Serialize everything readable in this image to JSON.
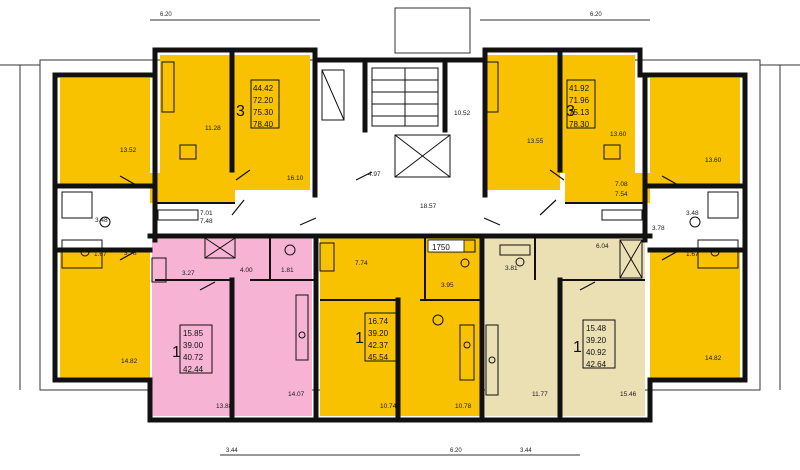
{
  "colors": {
    "yellow": "#F9C200",
    "pink": "#F7B3D3",
    "beige": "#EBDFB4",
    "white": "#FFFFFF",
    "wall": "#111111"
  },
  "dimensions": {
    "top_left": "6.20",
    "top_right": "6.20",
    "bottom_left": "3.44",
    "bottom_center": "6.20",
    "bottom_right": "3.44",
    "window_1750": "1750"
  },
  "apartments": {
    "top_left": {
      "rooms": "3",
      "areas": [
        "44.42",
        "72.20",
        "75.30",
        "78.40"
      ],
      "room_areas": {
        "kitchen": "16.10",
        "bedroom_left": "13.52",
        "bedroom_top": "11.28",
        "bedroom_bottom": "14.82",
        "bath": "3.48",
        "wc": "1.67",
        "hall_a": "7.01",
        "hall_b": "7.48",
        "corridor": "3.78"
      }
    },
    "top_right": {
      "rooms": "3",
      "areas": [
        "41.92",
        "71.96",
        "75.13",
        "78.30"
      ],
      "room_areas": {
        "bedroom_left": "13.55",
        "bedroom_top": "13.60",
        "bedroom_right": "13.60",
        "bedroom_bottom": "14.82",
        "bath": "3.48",
        "wc": "1.67",
        "hall_a": "7.08",
        "hall_b": "7.54",
        "corridor": "3.78"
      }
    },
    "pink": {
      "rooms": "1",
      "areas": [
        "15.85",
        "39.00",
        "40.72",
        "42.44"
      ],
      "room_areas": {
        "living": "13.88",
        "kitchen": "14.07",
        "bath": "3.27",
        "hall": "4.00",
        "wc": "1.81"
      }
    },
    "center": {
      "rooms": "1",
      "areas": [
        "16.74",
        "39.20",
        "42.37",
        "45.54"
      ],
      "room_areas": {
        "living": "10.74",
        "kitchen": "10.78",
        "hall": "7.74",
        "bath": "3.95",
        "wc": "3.81"
      }
    },
    "beige": {
      "rooms": "1",
      "areas": [
        "15.48",
        "39.20",
        "40.92",
        "42.64"
      ],
      "room_areas": {
        "living": "11.77",
        "kitchen": "15.46",
        "hall": "6.04"
      }
    }
  },
  "common": {
    "corridor_area": "18.57",
    "stair_area": "10.52",
    "lobby_area": "4.97"
  }
}
